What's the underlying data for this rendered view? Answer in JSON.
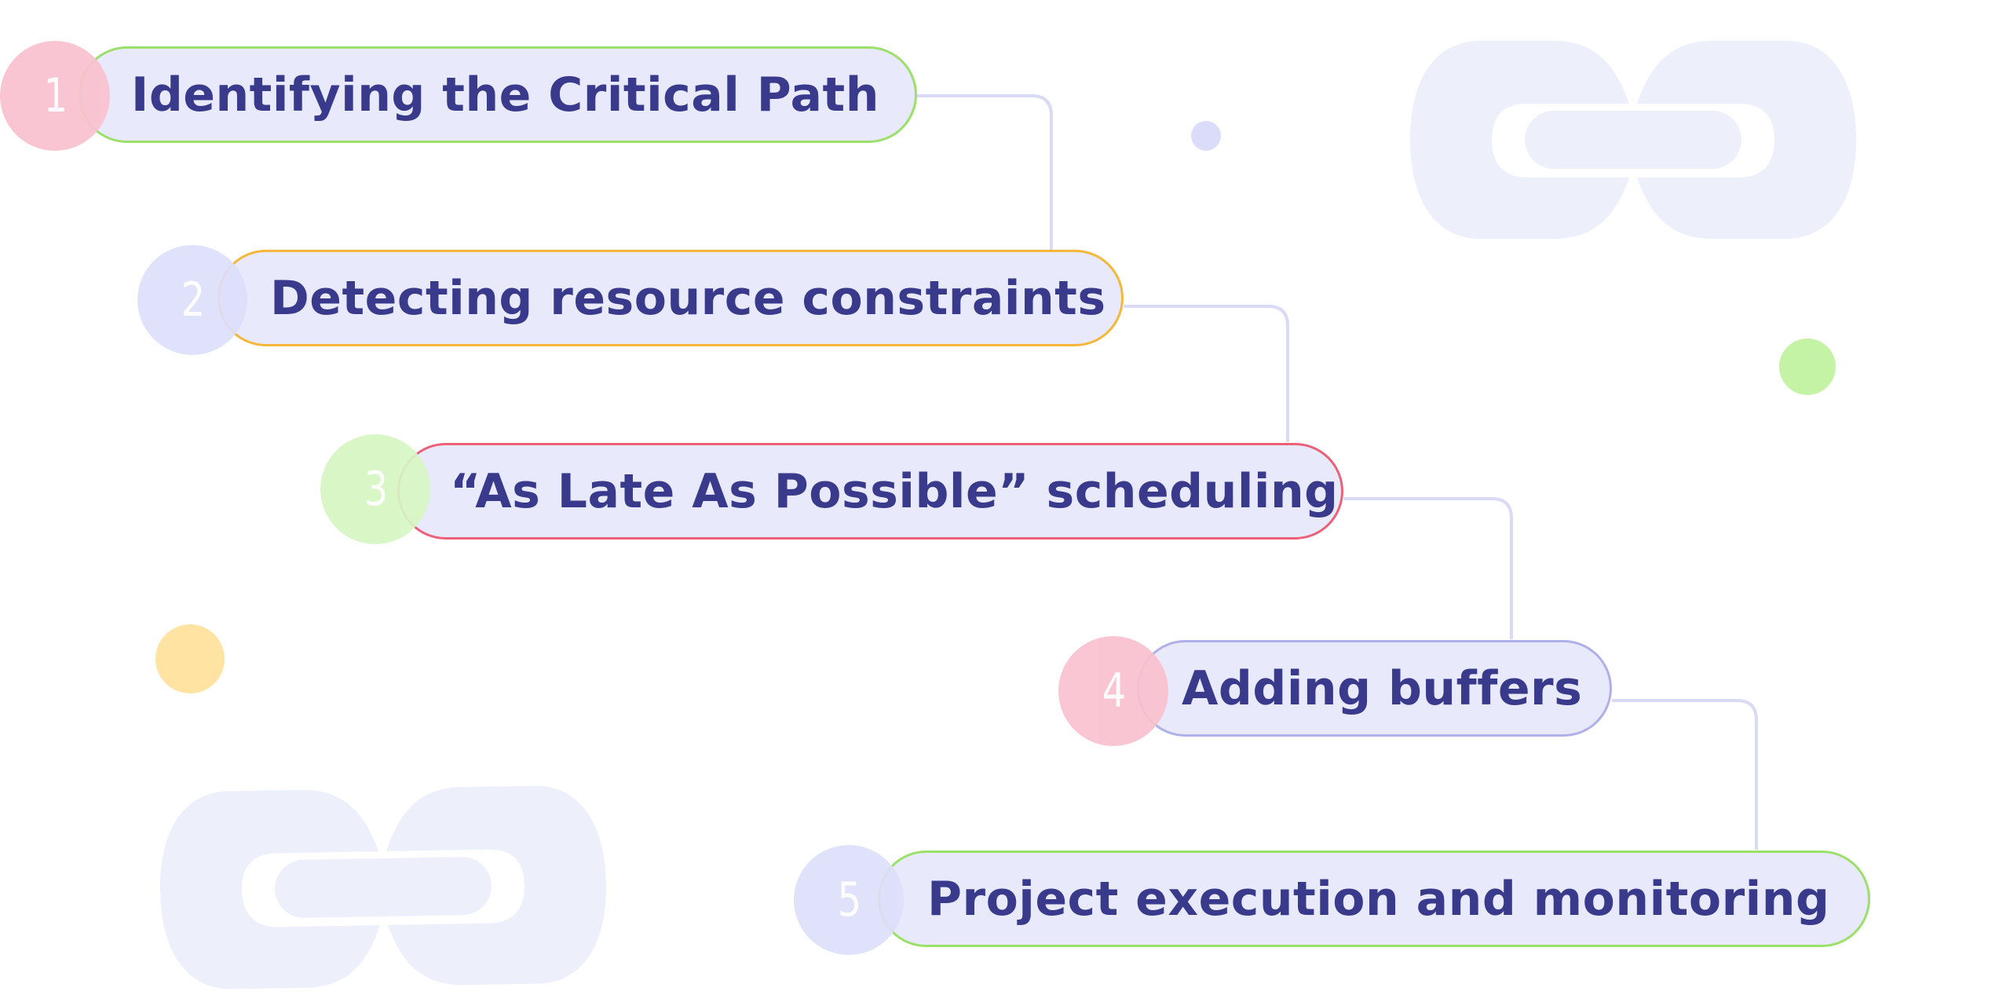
{
  "diagram": {
    "type": "numbered-step-flow",
    "steps": [
      {
        "number": "1",
        "label": "Identifying the Critical Path",
        "border_color": "#9be06a",
        "circle_color": "#fac1cf"
      },
      {
        "number": "2",
        "label": "Detecting resource constraints",
        "border_color": "#f4b73a",
        "circle_color": "#dedffa"
      },
      {
        "number": "3",
        "label": "“As Late As Possible” scheduling",
        "border_color": "#ec6078",
        "circle_color": "#d6f6c3"
      },
      {
        "number": "4",
        "label": "Adding buffers",
        "border_color": "#afb0e8",
        "circle_color": "#fac1cf"
      },
      {
        "number": "5",
        "label": "Project execution and monitoring",
        "border_color": "#9be06a",
        "circle_color": "#dedffa"
      }
    ],
    "connections": [
      {
        "from": "1",
        "to": "2"
      },
      {
        "from": "2",
        "to": "3"
      },
      {
        "from": "3",
        "to": "4"
      },
      {
        "from": "4",
        "to": "5"
      }
    ]
  },
  "colors": {
    "text": "#3a3a8c",
    "pill_fill": "#e8e9fb",
    "connector": "#d9daf5",
    "chain": "#edeffb",
    "dot_lavender": "#dadcfa",
    "dot_green": "#c5f3a6",
    "dot_yellow": "#ffe3a3"
  },
  "decorations": {
    "icons": [
      "chain-link-icon",
      "chain-link-icon"
    ],
    "dots": [
      "lavender",
      "green",
      "yellow"
    ]
  }
}
